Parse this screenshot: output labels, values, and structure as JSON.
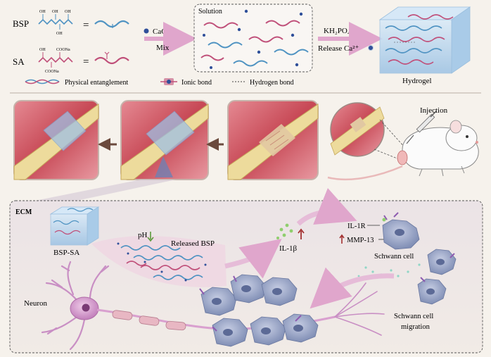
{
  "colors": {
    "background": "#f6f2ec",
    "bsp_chain": "#4f93c2",
    "sa_chain": "#c0507a",
    "arrow_pink": "#e0a6cc",
    "arrow_brown": "#6b4a3d",
    "hydrogel_blue": "#b7d5ee",
    "tissue_red": "#c74855",
    "nerve_yellow": "#eddb9c",
    "cell_blue": "#8e9cc0",
    "neuron_purple": "#c98fc4",
    "up_arrow_red": "#a33030",
    "down_arrow_green": "#5a9a3a",
    "ecm_panel": "#ece4e0"
  },
  "synthesis": {
    "bsp_label": "BSP",
    "sa_label": "SA",
    "equals": "=",
    "oh": "OH",
    "coona": "COONa",
    "caco3": "CaCO₃",
    "mix": "Mix",
    "solution_title": "Solution",
    "kh2po4": "KH₂PO₄",
    "release_ca": "Release Ca²⁺",
    "hydrogel_label": "Hydrogel"
  },
  "legend": {
    "physical": "Physical entanglement",
    "ionic": "Ionic bond",
    "hydrogen": "Hydrogen bond"
  },
  "injection": {
    "label": "Injection"
  },
  "ecm": {
    "title": "ECM",
    "bsp_sa": "BSP-SA",
    "ph": "pH",
    "released_bsp": "Released BSP",
    "il1b": "IL-1β",
    "il1r": "IL-1R",
    "mmp13": "MMP-13",
    "schwann_cell": "Schwann cell",
    "schwann_migration_1": "Schwann cell",
    "schwann_migration_2": "migration",
    "neuron": "Neuron"
  }
}
